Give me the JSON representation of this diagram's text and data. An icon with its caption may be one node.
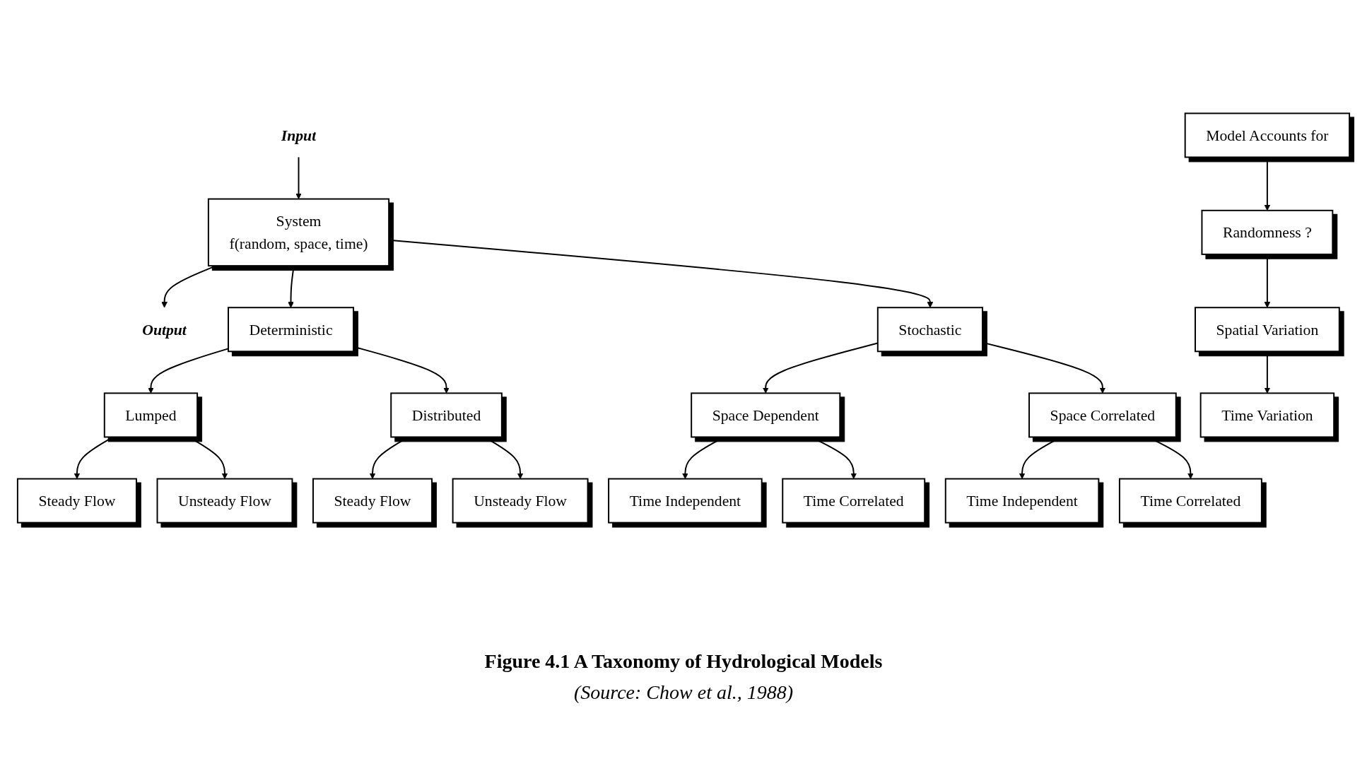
{
  "diagram": {
    "caption": "Figure 4.1 A Taxonomy of Hydrological Models",
    "nodes": [
      {
        "text": [
          "Input"
        ]
      },
      {
        "text": [
          "System",
          "f(random, space, time)"
        ]
      },
      {
        "text": [
          "Output"
        ]
      },
      {
        "text": [
          "Deterministic"
        ]
      },
      {
        "text": [
          "Stochastic"
        ]
      },
      {
        "text": [
          "Lumped"
        ]
      },
      {
        "text": [
          "Distributed"
        ]
      },
      {
        "text": [
          "Space Dependent"
        ]
      },
      {
        "text": [
          "Space Correlated"
        ]
      },
      {
        "text": [
          "Steady Flow"
        ]
      },
      {
        "text": [
          "Unsteady Flow"
        ]
      },
      {
        "text": [
          "Steady Flow"
        ]
      },
      {
        "text": [
          "Unsteady Flow"
        ]
      },
      {
        "text": [
          "Time Independent"
        ]
      },
      {
        "text": [
          "Time Correlated"
        ]
      },
      {
        "text": [
          "Time Independent"
        ]
      },
      {
        "text": [
          "Time Correlated"
        ]
      },
      {
        "text": [
          "Model Accounts for"
        ]
      },
      {
        "text": [
          "Randomness ?"
        ]
      },
      {
        "text": [
          "Spatial Variation"
        ]
      },
      {
        "text": [
          "Time Variation"
        ]
      }
    ],
    "edges": [
      {
        "from": 0,
        "to": 1,
        "arrow": "to"
      },
      {
        "from": 1,
        "to": 2,
        "arrow": "to"
      },
      {
        "from": 1,
        "to": 3,
        "arrow": "to"
      },
      {
        "from": 1,
        "to": 4,
        "arrow": "to"
      },
      {
        "from": 3,
        "to": 5,
        "arrow": "to"
      },
      {
        "from": 3,
        "to": 6,
        "arrow": "to"
      },
      {
        "from": 4,
        "to": 7,
        "arrow": "to"
      },
      {
        "from": 4,
        "to": 8,
        "arrow": "to"
      },
      {
        "from": 5,
        "to": 9,
        "arrow": "to"
      },
      {
        "from": 5,
        "to": 10,
        "arrow": "to"
      },
      {
        "from": 6,
        "to": 11,
        "arrow": "to"
      },
      {
        "from": 6,
        "to": 12,
        "arrow": "to"
      },
      {
        "from": 7,
        "to": 13,
        "arrow": "to"
      },
      {
        "from": 7,
        "to": 14,
        "arrow": "to"
      },
      {
        "from": 8,
        "to": 15,
        "arrow": "to"
      },
      {
        "from": 8,
        "to": 16,
        "arrow": "to"
      },
      {
        "from": 17,
        "to": 18,
        "arrow": "to"
      },
      {
        "from": 18,
        "to": 19,
        "arrow": "to"
      },
      {
        "from": 19,
        "to": 20,
        "arrow": "to"
      }
    ],
    "labels": [
      "(Source: Chow et al., 1988)"
    ]
  }
}
